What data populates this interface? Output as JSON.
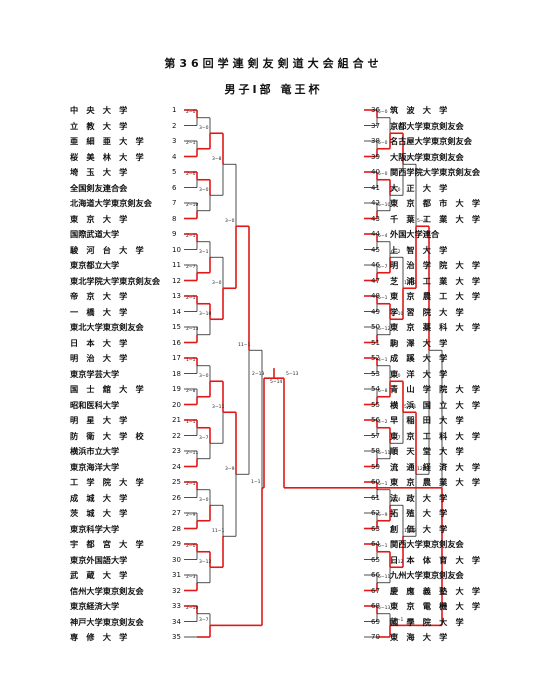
{
  "title": "第36回学連剣友剣道大会組合せ",
  "subtitle": "男子Ⅰ部 竜王杯",
  "colors": {
    "win": "#e01818",
    "line": "#222222"
  },
  "left_teams": [
    {
      "no": "1",
      "name": "中　央　大　学"
    },
    {
      "no": "2",
      "name": "立　教　大　学"
    },
    {
      "no": "3",
      "name": "亜　細　亜　大　学"
    },
    {
      "no": "4",
      "name": "桜　美　林　大　学"
    },
    {
      "no": "5",
      "name": "埼　玉　大　学"
    },
    {
      "no": "6",
      "name": "全国剣友連合会"
    },
    {
      "no": "7",
      "name": "北海道大学東京剣友会"
    },
    {
      "no": "8",
      "name": "東　京　大　学"
    },
    {
      "no": "9",
      "name": "国際武道大学"
    },
    {
      "no": "10",
      "name": "駿　河　台　大　学"
    },
    {
      "no": "11",
      "name": "東京都立大学"
    },
    {
      "no": "12",
      "name": "東北学院大学東京剣友会"
    },
    {
      "no": "13",
      "name": "帝　京　大　学"
    },
    {
      "no": "14",
      "name": "一　橋　大　学"
    },
    {
      "no": "15",
      "name": "東北大学東京剣友会"
    },
    {
      "no": "16",
      "name": "日　本　大　学"
    },
    {
      "no": "17",
      "name": "明　治　大　学"
    },
    {
      "no": "18",
      "name": "東京学芸大学"
    },
    {
      "no": "19",
      "name": "国　士　舘　大　学"
    },
    {
      "no": "20",
      "name": "昭和医科大学"
    },
    {
      "no": "21",
      "name": "明　星　大　学"
    },
    {
      "no": "22",
      "name": "防　衛　大　学　校"
    },
    {
      "no": "23",
      "name": "横浜市立大学"
    },
    {
      "no": "24",
      "name": "東京海洋大学"
    },
    {
      "no": "25",
      "name": "工　学　院　大　学"
    },
    {
      "no": "26",
      "name": "成　城　大　学"
    },
    {
      "no": "27",
      "name": "茨　城　大　学"
    },
    {
      "no": "28",
      "name": "東京科学大学"
    },
    {
      "no": "29",
      "name": "宇　都　宮　大　学"
    },
    {
      "no": "30",
      "name": "東京外国語大学"
    },
    {
      "no": "31",
      "name": "武　蔵　大　学"
    },
    {
      "no": "32",
      "name": "信州大学東京剣友会"
    },
    {
      "no": "33",
      "name": "東京経済大学"
    },
    {
      "no": "34",
      "name": "神戸大学東京剣友会"
    },
    {
      "no": "35",
      "name": "専　修　大　学"
    }
  ],
  "right_teams": [
    {
      "no": "36",
      "name": "筑　波　大　学"
    },
    {
      "no": "37",
      "name": "京都大学東京剣友会"
    },
    {
      "no": "38",
      "name": "名古屋大学東京剣友会"
    },
    {
      "no": "39",
      "name": "大阪大学東京剣友会"
    },
    {
      "no": "40",
      "name": "関西学院大学東京剣友会"
    },
    {
      "no": "41",
      "name": "大　正　大　学"
    },
    {
      "no": "42",
      "name": "東　京　都　市　大　学"
    },
    {
      "no": "43",
      "name": "千　葉　工　業　大　学"
    },
    {
      "no": "44",
      "name": "外国大学連合"
    },
    {
      "no": "45",
      "name": "上　智　大　学"
    },
    {
      "no": "46",
      "name": "明　治　学　院　大　学"
    },
    {
      "no": "47",
      "name": "芝　浦　工　業　大　学"
    },
    {
      "no": "48",
      "name": "東　京　農　工　大　学"
    },
    {
      "no": "49",
      "name": "学　習　院　大　学"
    },
    {
      "no": "50",
      "name": "東　京　薬　科　大　学"
    },
    {
      "no": "51",
      "name": "駒　澤　大　学"
    },
    {
      "no": "52",
      "name": "成　蹊　大　学"
    },
    {
      "no": "53",
      "name": "東　洋　大　学"
    },
    {
      "no": "54",
      "name": "青　山　学　院　大　学"
    },
    {
      "no": "55",
      "name": "横　浜　国　立　大　学"
    },
    {
      "no": "56",
      "name": "早　稲　田　大　学"
    },
    {
      "no": "57",
      "name": "東　京　工　科　大　学"
    },
    {
      "no": "58",
      "name": "順　天　堂　大　学"
    },
    {
      "no": "59",
      "name": "流　通　経　済　大　学"
    },
    {
      "no": "60",
      "name": "東　京　農　業　大　学"
    },
    {
      "no": "61",
      "name": "法　政　大　学"
    },
    {
      "no": "62",
      "name": "拓　殖　大　学"
    },
    {
      "no": "63",
      "name": "創　価　大　学"
    },
    {
      "no": "64",
      "name": "関西大学東京剣友会"
    },
    {
      "no": "65",
      "name": "日　本　体　育　大　学"
    },
    {
      "no": "66",
      "name": "九州大学東京剣友会"
    },
    {
      "no": "67",
      "name": "慶　應　義　塾　大　学"
    },
    {
      "no": "68",
      "name": "東　京　電　機　大　学"
    },
    {
      "no": "69",
      "name": "國　學　院　大　学"
    },
    {
      "no": "70",
      "name": "東　海　大　学"
    }
  ],
  "scores": {
    "left": [
      "2−0",
      "2−1",
      "2−0",
      "2−10",
      "2−1",
      "2−7",
      "2−1",
      "2−13",
      "1−1",
      "2−8",
      "1−1",
      "2−11",
      "2−1",
      "2−9",
      "2−0",
      "2−3",
      "2−10",
      "3−0",
      "3−0",
      "3−1",
      "3−10",
      "3−0",
      "3−7",
      "3−0",
      "3−12",
      "3−7",
      "3−8",
      "3−0",
      "3−11",
      "11−1",
      "3−0",
      "3−9",
      "11−1",
      "1−1"
    ],
    "right": [
      "5−0",
      "5−0",
      "5−0",
      "5−10",
      "5−4",
      "5−7",
      "5−1",
      "5−12",
      "4−1",
      "5−8",
      "4−2",
      "5−11",
      "5−1",
      "5−9",
      "6−1",
      "6−11",
      "5−13",
      "6−1",
      "6−0",
      "6−2",
      "6−10",
      "6−0",
      "6−7",
      "6−4",
      "7−12",
      "10−1",
      "10−3",
      "10−2",
      "5−11",
      "12−2",
      "5−9",
      "12−1"
    ]
  },
  "center_scores": [
    "2−13",
    "5−13",
    "5−14"
  ]
}
